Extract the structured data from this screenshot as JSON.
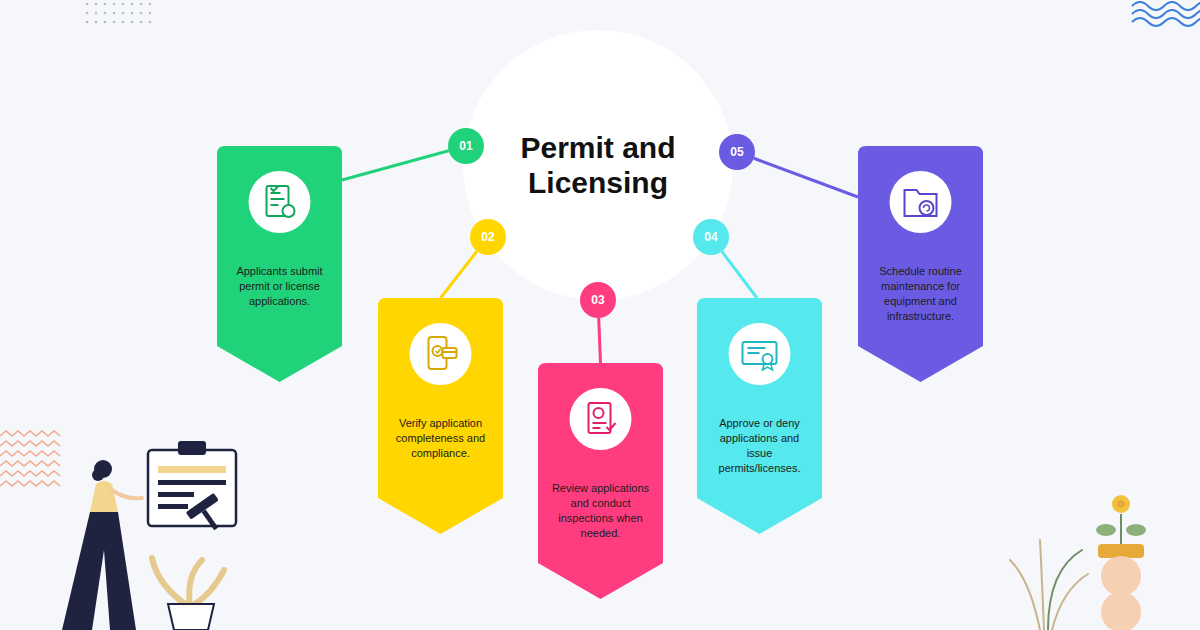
{
  "diagram": {
    "nodes": [
      {
        "text": [
          "Permit and Licensing"
        ]
      },
      {
        "text": [
          "01"
        ]
      },
      {
        "text": [
          "Applicants submit permit or license applications."
        ]
      },
      {
        "text": [
          "02"
        ]
      },
      {
        "text": [
          "Verify application completeness and compliance."
        ]
      },
      {
        "text": [
          "03"
        ]
      },
      {
        "text": [
          "Review applications and conduct inspections when needed."
        ]
      },
      {
        "text": [
          "04"
        ]
      },
      {
        "text": [
          "Approve or deny applications and issue permits/licenses."
        ]
      },
      {
        "text": [
          "05"
        ]
      },
      {
        "text": [
          "Schedule routine maintenance for equipment and infrastructure."
        ]
      }
    ],
    "edges": [
      {
        "from": 1,
        "to": 2,
        "arrow": "none"
      },
      {
        "from": 3,
        "to": 4,
        "arrow": "none"
      },
      {
        "from": 5,
        "to": 6,
        "arrow": "none"
      },
      {
        "from": 7,
        "to": 8,
        "arrow": "none"
      },
      {
        "from": 9,
        "to": 10,
        "arrow": "none"
      }
    ]
  }
}
